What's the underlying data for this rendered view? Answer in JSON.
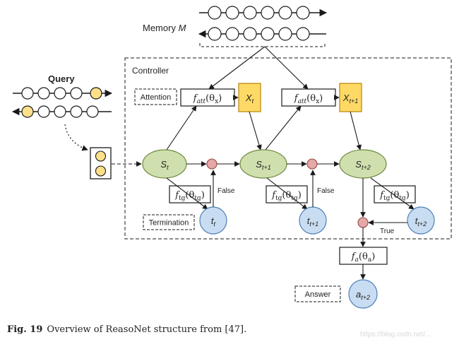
{
  "memory": {
    "label": "Memory",
    "symbol": "M"
  },
  "query": {
    "label": "Query"
  },
  "controller": {
    "label": "Controller"
  },
  "side_labels": {
    "attention": "Attention",
    "termination": "Termination",
    "answer": "Answer"
  },
  "attention_fn": {
    "f": "f",
    "sub": "att",
    "theta": "(θ",
    "theta_sub": "x",
    "close": ")"
  },
  "x_boxes": [
    {
      "main": "X",
      "sub": "t"
    },
    {
      "main": "X",
      "sub": "t+1"
    }
  ],
  "states": [
    {
      "main": "S",
      "sub": "t"
    },
    {
      "main": "S",
      "sub": "t+1"
    },
    {
      "main": "S",
      "sub": "t+2"
    }
  ],
  "termination_fn": {
    "f": "f",
    "sub": "tg",
    "theta": "(θ",
    "theta_sub": "tg",
    "close": ")"
  },
  "terminals": [
    {
      "main": "t",
      "sub": "t"
    },
    {
      "main": "t",
      "sub": "t+1"
    },
    {
      "main": "t",
      "sub": "t+2"
    }
  ],
  "gate_labels": {
    "false": "False",
    "true": "True"
  },
  "answer_fn": {
    "f": "f",
    "sub": "a",
    "theta": "(θ",
    "theta_sub": "a",
    "close": ")"
  },
  "answer_node": {
    "main": "a",
    "sub": "t+2"
  },
  "caption": {
    "label": "Fig. 19",
    "text": "Overview of ReasoNet structure from [47]."
  },
  "watermark": "https://blog.csdn.net/...",
  "colors": {
    "state_fill": "#cfdfae",
    "state_stroke": "#6f8a3e",
    "x_fill": "#ffd966",
    "x_stroke": "#b8860b",
    "terminal_fill": "#c9ddf2",
    "terminal_stroke": "#4f7fb8",
    "gate_fill": "#e6a7a7",
    "gate_stroke": "#9a4a4a",
    "query_fill": "#ffe08a",
    "line": "#1a1a1a"
  }
}
